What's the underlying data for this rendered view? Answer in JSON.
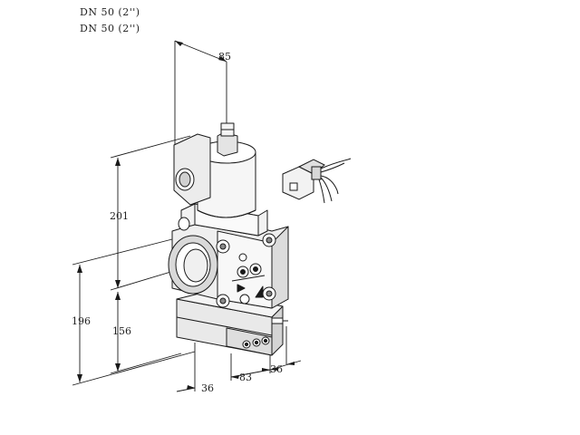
{
  "header": {
    "line1": "DN 50 (2'')",
    "line2": "DN 50 (2'')"
  },
  "dimensions": {
    "top_width": "85",
    "height_upper": "201",
    "height_total": "196",
    "height_lower": "156",
    "depth_front": "36",
    "width_bottom": "83",
    "depth_right": "36"
  },
  "colors": {
    "line": "#1a1a1a",
    "body_shade": "#e6e6e6",
    "dark_shade": "#9a9a9a"
  },
  "icons": [
    "solenoid-valve-drawing",
    "cable-connector-plug"
  ]
}
